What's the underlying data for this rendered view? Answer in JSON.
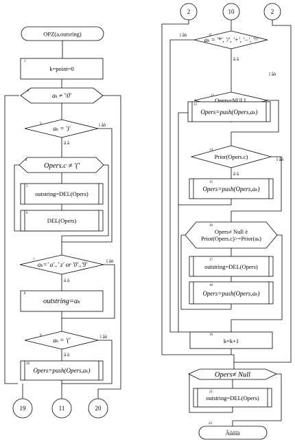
{
  "left": {
    "start": "OPZ(a,outsring)",
    "n1": "1",
    "init": "k=point=0",
    "n2": "2",
    "loop_cond": "aₖ ≠ '\\0'",
    "n3": "3",
    "paren_cond": "aₖ = ')'",
    "n4": "4",
    "opers_cond": "Opers.c ≠ '('",
    "n5": "5",
    "del_out": "outstring=DEL(Opers)",
    "n6": "6",
    "del": "DEL(Opers)",
    "n7": "7",
    "letter_cond": "aₖ=' a'..' z' or '0'..'9'",
    "n8": "8",
    "assign": "outstring=aₖ",
    "n9": "9",
    "open_cond": "aₖ = '('",
    "n10": "10",
    "push": "Opers=push(Opers,aₖ)",
    "yes": "ä à",
    "no": "í åò"
  },
  "right": {
    "n11": "11",
    "op_cond": "aₖ = '*', '/', '+', '−', '^'",
    "n12": "12",
    "null_cond": "Opers=NULL",
    "n13": "13",
    "push1": "Opers=push(Opers,aₖ)",
    "n14": "14",
    "prior_cond": "Prior(Opers.c)",
    "n15": "15",
    "push2": "Opers=push(Opers,aₖ)",
    "n16": "16",
    "loop2_line1": "Opers≠ Null è",
    "loop2_line2": "Prior(Opers.c)>=Prior(aₖ)",
    "n17": "17",
    "del_out1": "outstring=DEL(Opers)",
    "n18": "18",
    "push3": "Opers=push(Opers,aₖ)",
    "n19": "19",
    "inc": "k=k+1",
    "loop3_cond": "Opers≠ Null",
    "n21": "21",
    "del_out2": "outstring=DEL(Opers)",
    "n22": "22",
    "end": "Âûõîä",
    "yes": "ä à",
    "no": "í åò"
  },
  "connectors": {
    "top_a": "2",
    "top_b": "10",
    "top_c": "2",
    "bottom_a": "19",
    "bottom_b": "11",
    "bottom_c": "20"
  }
}
